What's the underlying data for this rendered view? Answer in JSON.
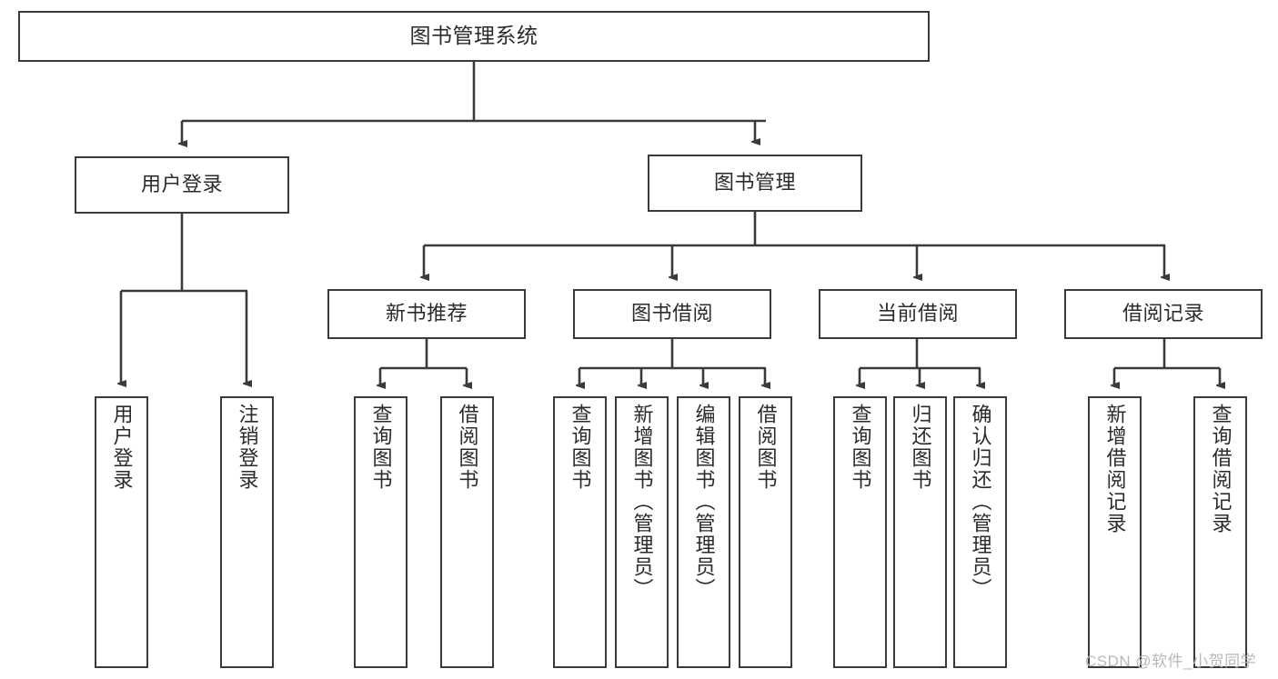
{
  "diagram": {
    "type": "tree",
    "title": "图书管理系统",
    "orientation": "top-down",
    "colors": {
      "box_stroke": "#3a3a3a",
      "box_fill": "#ffffff",
      "connector": "#3a3a3a",
      "text": "#2b2b2b",
      "watermark": "#b9b9b9",
      "background": "#ffffff"
    },
    "nodes": {
      "root": {
        "label": "图书管理系统"
      },
      "level2": [
        {
          "id": "user-login",
          "label": "用户登录"
        },
        {
          "id": "book-management",
          "label": "图书管理"
        }
      ],
      "level3": [
        {
          "id": "new-book-recommend",
          "label": "新书推荐"
        },
        {
          "id": "book-borrow",
          "label": "图书借阅"
        },
        {
          "id": "current-borrow",
          "label": "当前借阅"
        },
        {
          "id": "borrow-record",
          "label": "借阅记录"
        }
      ],
      "leaves": {
        "user-login": [
          {
            "id": "leaf-user-login",
            "label": "用户登录"
          },
          {
            "id": "leaf-logout-login",
            "label": "注销登录"
          }
        ],
        "new-book-recommend": [
          {
            "id": "leaf-query-book-1",
            "label": "查询图书"
          },
          {
            "id": "leaf-borrow-book-1",
            "label": "借阅图书"
          }
        ],
        "book-borrow": [
          {
            "id": "leaf-query-book-2",
            "label": "查询图书"
          },
          {
            "id": "leaf-add-book",
            "label": "新增图书（管理员）"
          },
          {
            "id": "leaf-edit-book",
            "label": "编辑图书（管理员）"
          },
          {
            "id": "leaf-borrow-book-2",
            "label": "借阅图书"
          }
        ],
        "current-borrow": [
          {
            "id": "leaf-query-book-3",
            "label": "查询图书"
          },
          {
            "id": "leaf-return-book",
            "label": "归还图书"
          },
          {
            "id": "leaf-confirm-return",
            "label": "确认归还（管理员）"
          }
        ],
        "borrow-record": [
          {
            "id": "leaf-add-record",
            "label": "新增借阅记录"
          },
          {
            "id": "leaf-query-record",
            "label": "查询借阅记录"
          }
        ]
      }
    },
    "watermark": "CSDN @软件_小贺同学"
  }
}
